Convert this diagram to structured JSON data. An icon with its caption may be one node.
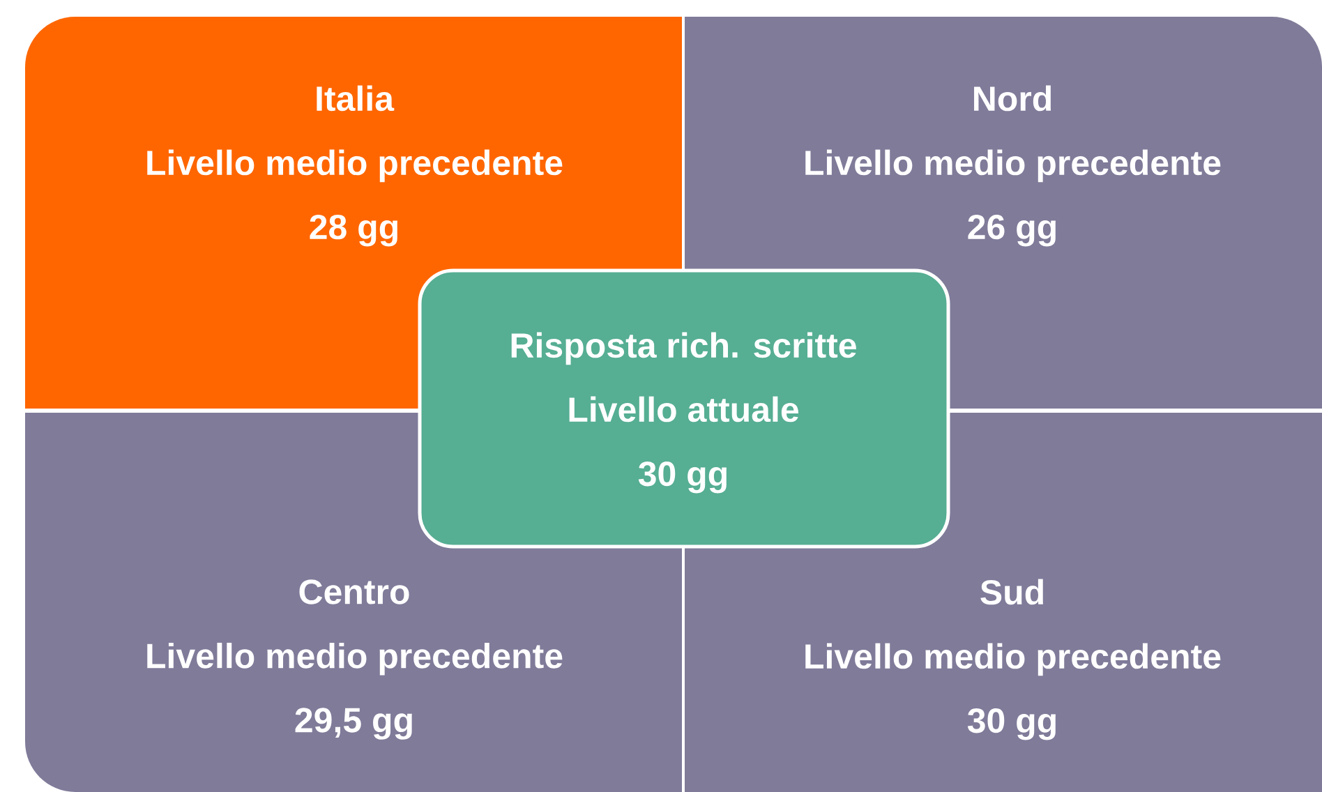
{
  "diagram": {
    "nodes": [
      {
        "text": [
          "Italia",
          "Livello medio precedente",
          "28 gg"
        ]
      },
      {
        "text": [
          "Nord",
          "Livello medio precedente",
          "26 gg"
        ]
      },
      {
        "text": [
          "Centro",
          "Livello medio precedente",
          "29,5 gg"
        ]
      },
      {
        "text": [
          "Sud",
          "Livello medio precedente",
          "30 gg"
        ]
      },
      {
        "text": [
          "Risposta rich. scritte",
          "Livello attuale",
          "30 gg"
        ]
      }
    ]
  }
}
